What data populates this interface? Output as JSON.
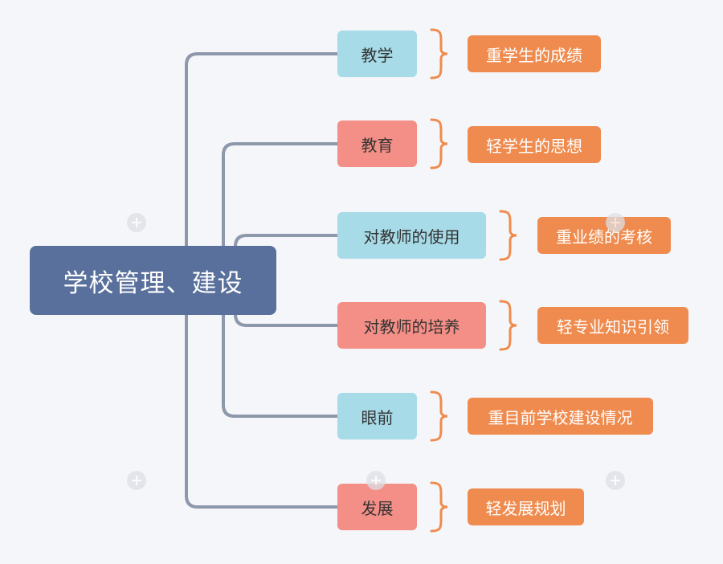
{
  "colors": {
    "background": "#f5f6f9",
    "root": "#59709c",
    "connector": "#8d98ab",
    "topic_teal": "#a7dbe8",
    "topic_salmon": "#f48f87",
    "detail": "#ef8b4e",
    "brace": "#ef8b4e"
  },
  "root": {
    "label": "学校管理、建设"
  },
  "topics": [
    {
      "label": "教学",
      "color": "#a7dbe8",
      "detail": "重学生的成绩"
    },
    {
      "label": "教育",
      "color": "#f48f87",
      "detail": "轻学生的思想"
    },
    {
      "label": "对教师的使用",
      "color": "#a7dbe8",
      "detail": "重业绩的考核"
    },
    {
      "label": "对教师的培养",
      "color": "#f48f87",
      "detail": "轻专业知识引领"
    },
    {
      "label": "眼前",
      "color": "#a7dbe8",
      "detail": "重目前学校建设情况"
    },
    {
      "label": "发展",
      "color": "#f48f87",
      "detail": "轻发展规划"
    }
  ],
  "watermark_icons": [
    "xmind-watermark-icon",
    "xmind-watermark-icon",
    "xmind-watermark-icon",
    "xmind-watermark-icon",
    "xmind-watermark-icon"
  ]
}
